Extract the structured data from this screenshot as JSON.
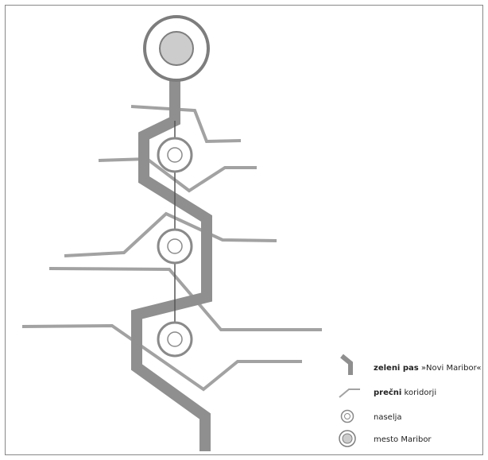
{
  "colors": {
    "background": "#ffffff",
    "frame": "#888888",
    "green_belt": "#8f8f8f",
    "corridor": "#a2a2a2",
    "settlement_ring": "#8a8a8a",
    "city_ring": "#7d7d7d",
    "city_fill": "#cccccc",
    "spine": "#555555"
  },
  "legend": {
    "green_belt": {
      "bold": "zeleni pas",
      "rest": " »Novi Maribor«",
      "icon": "belt-segment-icon"
    },
    "corridors": {
      "bold": "prečni",
      "rest": " koridorji",
      "icon": "corridor-line-icon"
    },
    "settlements": {
      "label": "naselja",
      "icon": "double-ring-icon"
    },
    "city": {
      "label": "mesto Maribor",
      "icon": "filled-ring-icon"
    }
  }
}
